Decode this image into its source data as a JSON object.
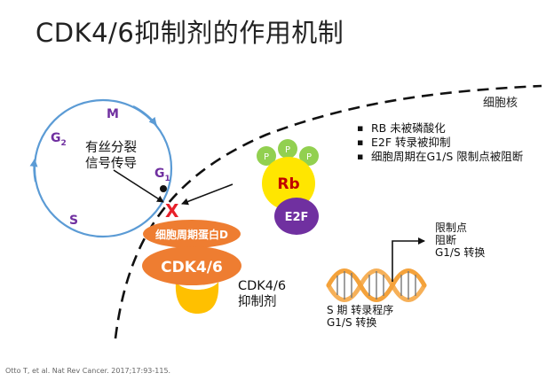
{
  "title": "CDK4/6抑制剂的作用机制",
  "nucleus_label": "细胞核",
  "bullets": [
    "RB 未被磷酸化",
    "E2F 转录被抑制",
    "细胞周期在G1/S 限制点被阻断"
  ],
  "cell_cycle": {
    "phase_m": "M",
    "phase_g2": "G",
    "phase_g2_sub": "2",
    "phase_s": "S",
    "phase_g1": "G",
    "phase_g1_sub": "1"
  },
  "signal_text": [
    "有丝分裂",
    "信号传导"
  ],
  "block_mark": "X",
  "cyclin_label": "细胞周期蛋白D",
  "cdk_label": "CDK4/6",
  "inhibitor_text": [
    "CDK4/6",
    "抑制剂"
  ],
  "rb": {
    "label": "Rb",
    "phospho": [
      "P",
      "P",
      "P"
    ],
    "e2f": "E2F"
  },
  "s_phase_text": [
    "S 期 转录程序",
    "G1/S 转换"
  ],
  "restriction_text": [
    "限制点",
    "阻断",
    "G1/S 转换"
  ],
  "citation": "Otto T, et al. Nat Rev Cancer. 2017;17:93-115.",
  "colors": {
    "cycle": "#5b9bd5",
    "phase_label": "#7030a0",
    "block": "#e8202a",
    "cdk_orange": "#ee7d31",
    "inhibitor_yellow": "#ffc000",
    "rb_yellow": "#ffe600",
    "phospho_green": "#92d050",
    "e2f_purple": "#7030a0",
    "dna_orange": "#f4a23b"
  }
}
